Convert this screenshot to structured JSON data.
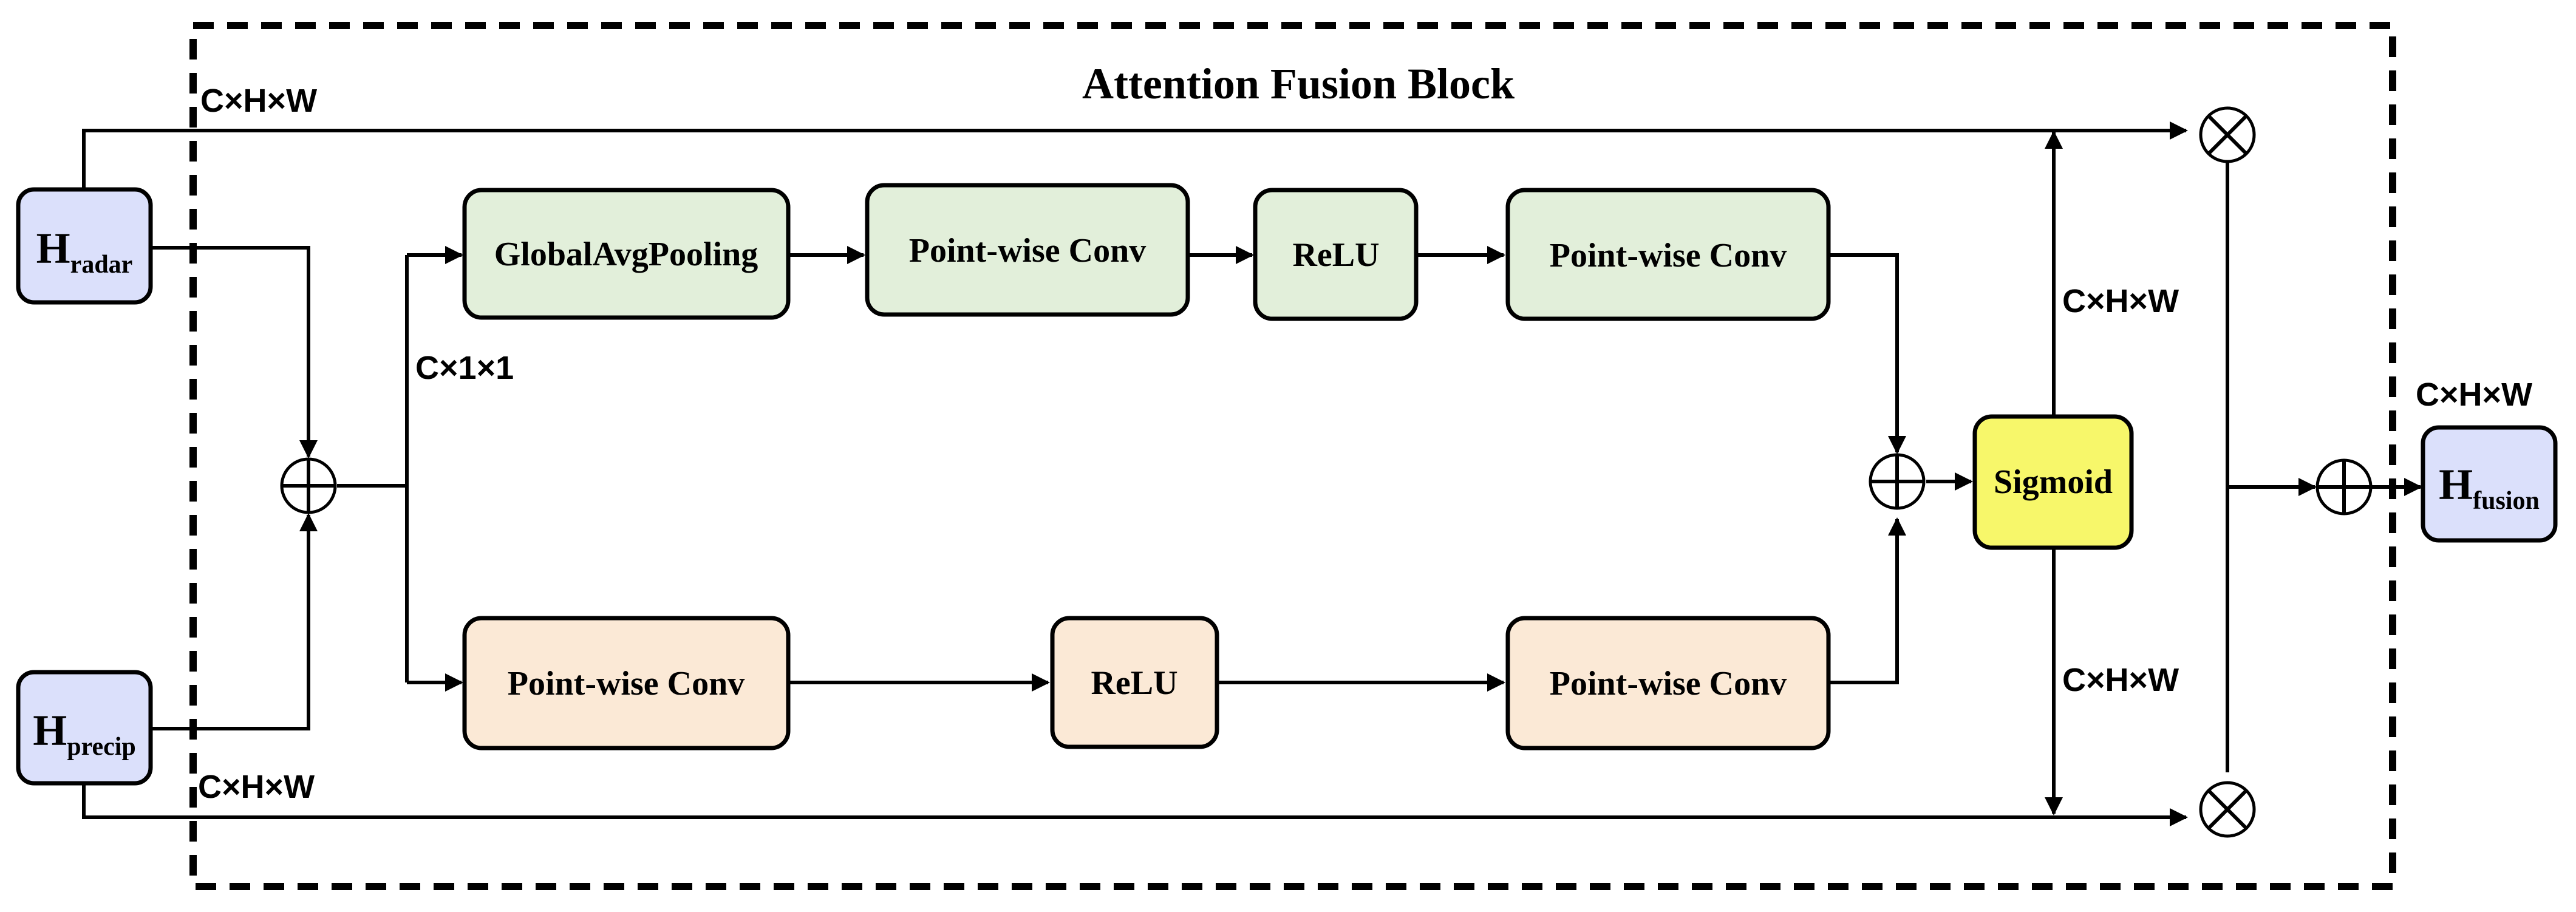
{
  "block": {
    "title": "Attention Fusion Block"
  },
  "inputs": {
    "radar": {
      "main": "H",
      "sub": "radar"
    },
    "precip": {
      "main": "H",
      "sub": "precip"
    }
  },
  "output": {
    "main": "H",
    "sub": "fusion"
  },
  "upper_branch": [
    "GlobalAvgPooling",
    "Point-wise Conv",
    "ReLU",
    "Point-wise Conv"
  ],
  "lower_branch": [
    "Point-wise Conv",
    "ReLU",
    "Point-wise Conv"
  ],
  "gate": "Sigmoid",
  "dims": {
    "radar_path": "C×H×W",
    "precip_path": "C×H×W",
    "pooled": "C×1×1",
    "sigmoid_up": "C×H×W",
    "sigmoid_down": "C×H×W",
    "output": "C×H×W"
  },
  "colors": {
    "input_fill": "#dbe0fb",
    "upper_fill": "#e2efda",
    "lower_fill": "#fbe9d6",
    "sigmoid_fill": "#f7f76a",
    "line": "#000000"
  }
}
